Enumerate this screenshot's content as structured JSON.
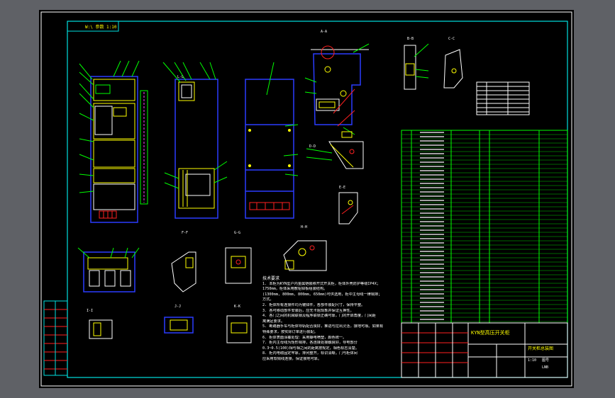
{
  "header": {
    "text": "W:\\ 参数 1:10"
  },
  "title_block": {
    "drawing_name": "KYN型高压开关柜",
    "part_name": "开关柜总装图",
    "scale": "1:10",
    "sheet": "图号",
    "note_code": "LNB"
  },
  "tech_requirements": {
    "heading": "技术要求",
    "lines": [
      "1. 本柜为KYN型户内金属铠装移开式开关柜，柜体外壳防护等级IP4X；",
      "1750mm，柜体采用敷铝锌板组装结构。",
      "(1300mm, 800mm, 800mm, 650mm)可供选用，柜中主母线一律铜排；",
      "方式。",
      "2. 柜体所有连接件均为镀锌件，各部件装配尺寸，保持平整。",
      "3. 各可移动部件安装后，应无卡阻现象并保证互换性。",
      "4. 各门之间的机械联锁及程序联锁正确可靠，门的开启角度，门间距",
      "离满足要求。",
      "5. 断路器手车与柜体导轨配合良好，推进与拉出灵活，接地可靠。如果有",
      "特殊要求，按实际订单进行装配。",
      "6. 柜体表面涂覆处理：采用静电喷塑，颜色统一。",
      "7. 柜内主母线为矩形铜排，各连接处接触良好，导电部分",
      "0.3~0.5(100)相与相之间的距离按规定，相色标志清楚。",
      "8. 柜内电缆固定牢靠，排列整齐，标识清晰。门与柜体间",
      "应采用软铜线连接，保证接地可靠。"
    ]
  },
  "section_labels": [
    "A-A",
    "B-B",
    "C-C",
    "D-D",
    "E-E",
    "F-F",
    "G-G",
    "H-H",
    "I-I",
    "J-J",
    "K-K",
    "L-L"
  ],
  "colors": {
    "background": "#000000",
    "frame": "#00e0e0",
    "outline": "#ffffff",
    "primary": "#2a3cff",
    "highlight": "#ffff00",
    "accent": "#ff2020",
    "leader": "#00ff00",
    "window_bg": "#5f6166"
  }
}
